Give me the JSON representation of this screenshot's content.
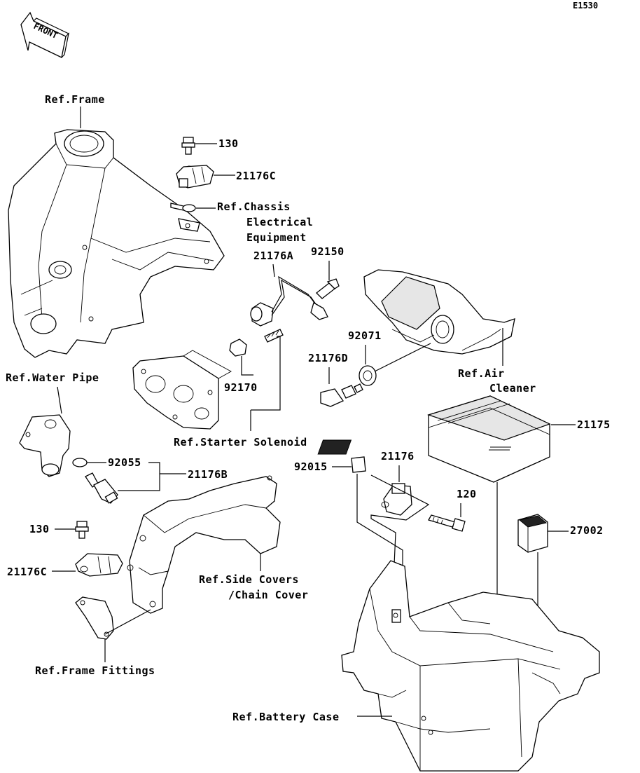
{
  "diagram_code": "E1530",
  "front_label": "FRONT",
  "labels": {
    "ref_frame": "Ref.Frame",
    "p130_top": "130",
    "p21176c_top": "21176C",
    "ref_chassis_1": "Ref.Chassis",
    "ref_chassis_2": "Electrical",
    "ref_chassis_3": "Equipment",
    "p21176a": "21176A",
    "p92150": "92150",
    "p92071": "92071",
    "p21176d": "21176D",
    "ref_air_1": "Ref.Air",
    "ref_air_2": "Cleaner",
    "p92170": "92170",
    "ref_starter": "Ref.Starter Solenoid",
    "ref_water": "Ref.Water Pipe",
    "p92055": "92055",
    "p21176b": "21176B",
    "p21175": "21175",
    "p92015": "92015",
    "p21176": "21176",
    "p120": "120",
    "p27002": "27002",
    "p130_bottom": "130",
    "p21176c_bottom": "21176C",
    "ref_side_1": "Ref.Side Covers",
    "ref_side_2": "/Chain Cover",
    "ref_frame_fittings": "Ref.Frame Fittings",
    "ref_battery": "Ref.Battery Case"
  }
}
